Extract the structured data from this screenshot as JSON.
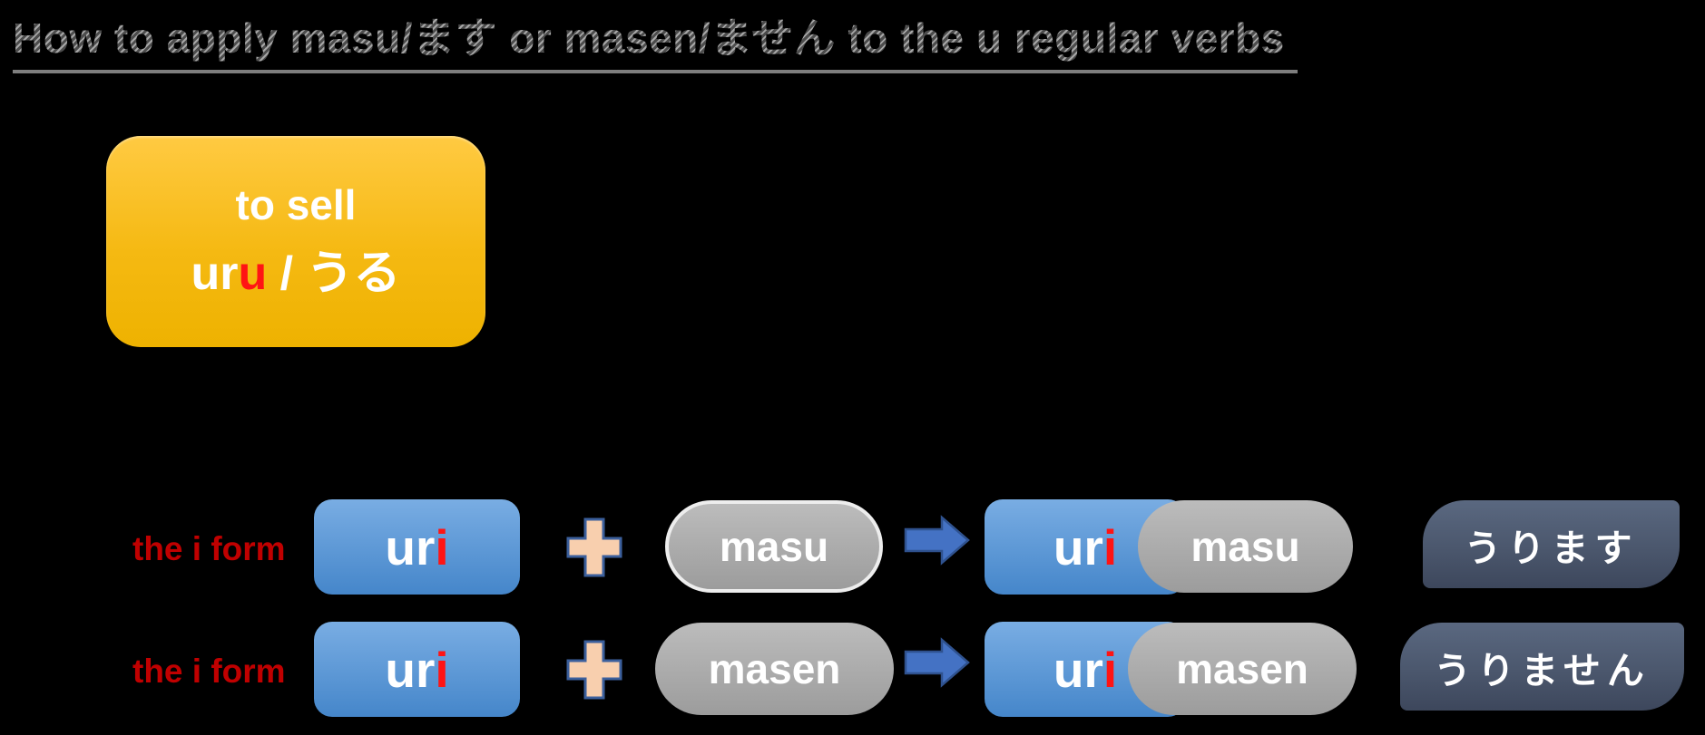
{
  "title": "How to apply masu/ます or masen/ません to the u regular verbs",
  "verb_card": {
    "meaning": "to sell",
    "romaji_stem": "ur",
    "romaji_ending": "u",
    "separator": " / ",
    "kana": "うる"
  },
  "rows": [
    {
      "label": "the i form",
      "stem": "ur",
      "vowel": "i",
      "suffix": "masu",
      "result_kana": "うります"
    },
    {
      "label": "the i form",
      "stem": "ur",
      "vowel": "i",
      "suffix": "masen",
      "result_kana": "うりません"
    }
  ],
  "icons": {
    "plus": "plus-icon",
    "arrow": "arrow-right-icon"
  },
  "colors": {
    "background": "#000000",
    "title_gray": "#8e8e8e",
    "card_yellow_top": "#ffca42",
    "card_yellow_bottom": "#eeb200",
    "label_red": "#c00000",
    "accent_red": "#ff1414",
    "box_blue_top": "#79ade3",
    "box_blue_bottom": "#4586ca",
    "pill_gray_top": "#bcbcbc",
    "pill_gray_bottom": "#9c9c9c",
    "pill_border_white": "#ededed",
    "plus_fill": "#f8cfae",
    "plus_border": "#3b5f9c",
    "arrow_fill": "#4472c4",
    "arrow_border": "#2f528f",
    "kana_slate_top": "#5a6880",
    "kana_slate_bottom": "#3d475c"
  }
}
